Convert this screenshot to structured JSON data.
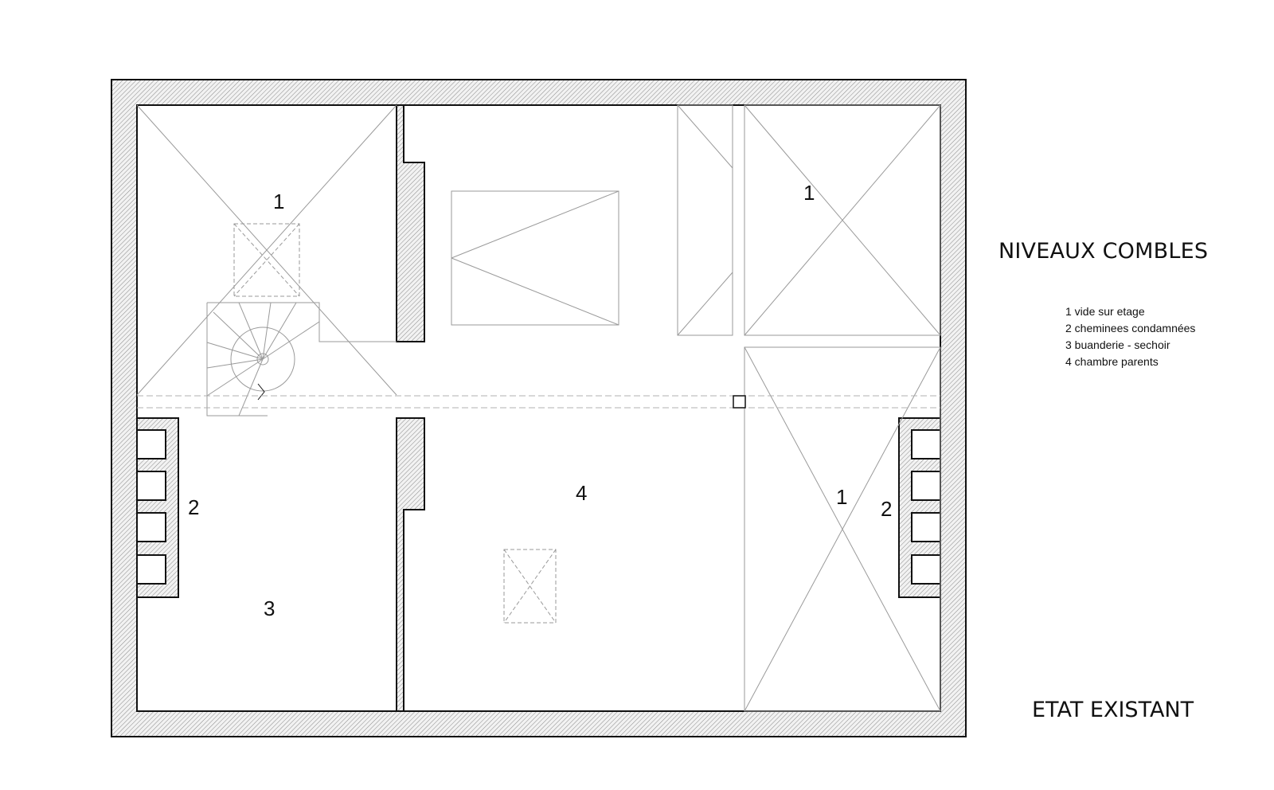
{
  "title": "NIVEAUX COMBLES",
  "legend": [
    "1 vide sur etage",
    "2 cheminees condamnées",
    "3 buanderie - sechoir",
    "4 chambre parents"
  ],
  "footer": "ETAT EXISTANT",
  "room_labels": {
    "void_top_left": "1",
    "void_top_right": "1",
    "void_right": "1",
    "chimney_left": "2",
    "chimney_right": "2",
    "laundry": "3",
    "bedroom": "4"
  },
  "colors": {
    "wall_fill": "#d9d9d9",
    "line": "#111111",
    "thin_line": "#9a9a9a"
  }
}
